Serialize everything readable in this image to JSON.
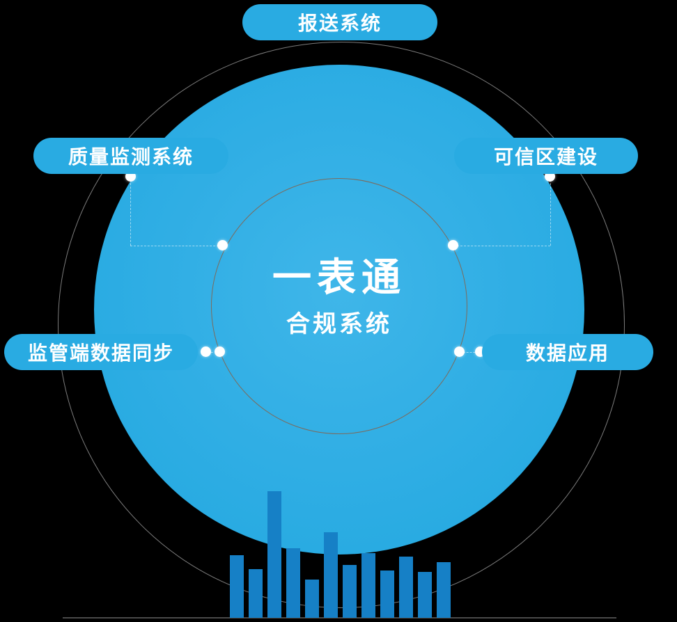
{
  "center": {
    "title": "一表通",
    "subtitle": "合规系统"
  },
  "labels": {
    "top": "报送系统",
    "upper_left": "质量监测系统",
    "upper_right": "可信区建设",
    "lower_left": "监管端数据同步",
    "lower_right": "数据应用"
  },
  "colors": {
    "background": "#000000",
    "node_blue": "#29abe2",
    "circle_blue": "#29abe2",
    "circle_blue_light": "#3fb6e9",
    "inner_ring_brown": "#7d6a5b",
    "bar_blue": "#1680c6",
    "text_white": "#ffffff"
  },
  "bars": [
    90,
    70,
    182,
    100,
    55,
    123,
    76,
    93,
    68,
    88,
    66,
    80
  ]
}
